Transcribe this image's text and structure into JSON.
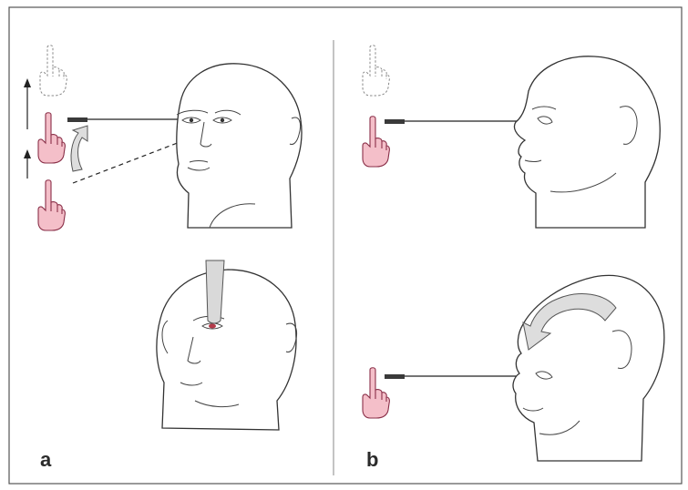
{
  "figure": {
    "panels": [
      {
        "id": "a",
        "label": "a"
      },
      {
        "id": "b",
        "label": "b"
      }
    ],
    "colors": {
      "hand": "#f4bfc9",
      "hand_outline": "#8a2f48",
      "arrow_fill": "#dddddd",
      "line": "#222222",
      "frame": "#555555"
    },
    "icons": {
      "hand": "pointing-finger-hand-icon",
      "arrow": "curved-arrow-icon",
      "target": "fixation-bar-icon"
    }
  }
}
